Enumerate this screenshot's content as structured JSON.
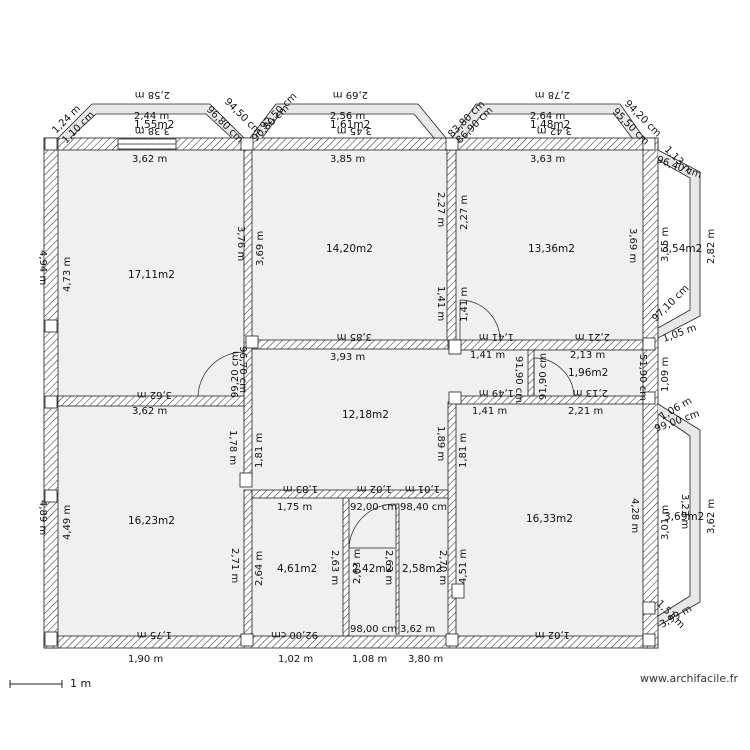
{
  "rooms": [
    {
      "id": "r1",
      "area": "17,11m2"
    },
    {
      "id": "r2",
      "area": "14,20m2"
    },
    {
      "id": "r3",
      "area": "13,36m2"
    },
    {
      "id": "r4",
      "area": "3,54m2"
    },
    {
      "id": "r5",
      "area": "12,18m2"
    },
    {
      "id": "r6",
      "area": "1,96m2"
    },
    {
      "id": "r7",
      "area": "16,23m2"
    },
    {
      "id": "r8",
      "area": "4,61m2"
    },
    {
      "id": "r9",
      "area": "2,42m2"
    },
    {
      "id": "r10",
      "area": "2,58m2"
    },
    {
      "id": "r11",
      "area": "16,33m2"
    },
    {
      "id": "r12",
      "area": "3,69m2"
    },
    {
      "id": "bay1",
      "area": "1,55m2"
    },
    {
      "id": "bay2",
      "area": "1,61m2"
    },
    {
      "id": "bay3",
      "area": "1,48m2"
    }
  ],
  "dimensions": [
    "2,58 m",
    "2,44 m",
    "3,38 m",
    "2,69 m",
    "2,56 m",
    "3,45 m",
    "2,78 m",
    "2,64 m",
    "3,42 m",
    "1,24 m",
    "1,10 cm",
    "96,80 cm",
    "94,50 cm",
    "90,80 cm",
    "92,50 cm",
    "83,80 cm",
    "86,90 cm",
    "95,50 cm",
    "94,20 cm",
    "3,62 m",
    "3,85 m",
    "3,63 m",
    "1,13 m",
    "96,40 cm",
    "4,94 m",
    "4,73 m",
    "3,76 m",
    "3,69 m",
    "2,27 m",
    "2,27 m",
    "3,69 m",
    "3,55 m",
    "2,82 m",
    "1,41 m",
    "1,41 m",
    "97,10 cm",
    "1,05 m",
    "3,85 m",
    "3,93 m",
    "1,41 m",
    "1,41 m",
    "2,21 m",
    "2,13 m",
    "96,70 cm",
    "99,20 cm",
    "91,90 cm",
    "91,90 cm",
    "51,90 cm",
    "1,09 m",
    "3,62 m",
    "3,62 m",
    "1,49 m",
    "1,41 m",
    "2,13 m",
    "2,21 m",
    "1,06 m",
    "99,00 cm",
    "1,78 m",
    "1,81 m",
    "1,89 m",
    "1,81 m",
    "1,83 m",
    "1,02 m",
    "1,01 m",
    "1,75 m",
    "92,00 cm",
    "98,40 cm",
    "4,89 m",
    "4,49 m",
    "2,71 m",
    "2,64 m",
    "2,63 m",
    "2,63 m",
    "2,63 m",
    "2,70 m",
    "4,51 m",
    "4,28 m",
    "3,01 m",
    "3,23 m",
    "3,62 m",
    "1,75 m",
    "92,00 cm",
    "98,00 cm",
    "3,62 m",
    "1,02 m",
    "1,51 m",
    "3,99 m",
    "1,90 m",
    "1,02 m",
    "1,08 m",
    "3,80 m"
  ],
  "scale": {
    "label": "1 m"
  },
  "watermark": "www.archifacile.fr"
}
